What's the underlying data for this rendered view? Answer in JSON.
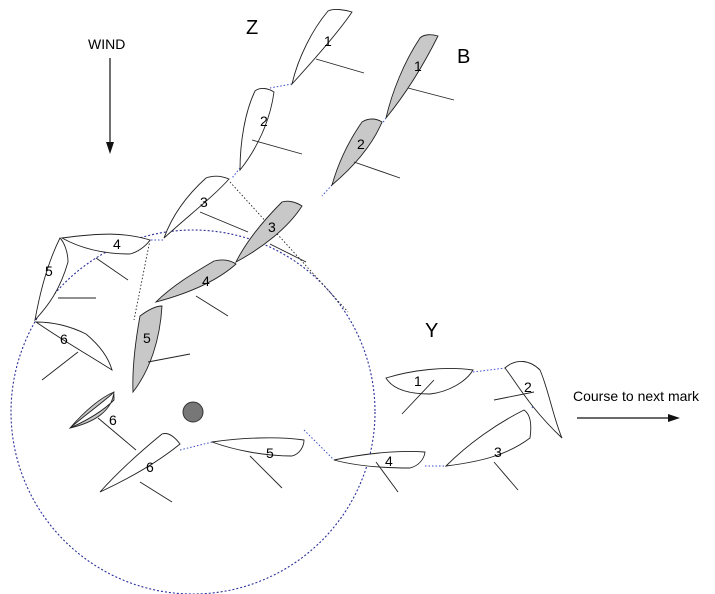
{
  "labels": {
    "wind": "WIND",
    "course": "Course to next mark",
    "fleet_z": "Z",
    "fleet_b": "B",
    "fleet_y": "Y"
  },
  "colors": {
    "hull_white": "#ffffff",
    "hull_grey": "#c8c8c8",
    "outline": "#222222",
    "wake": "#3b4bd0",
    "zone_circle": "#2a2f9a",
    "mark": "#777777"
  },
  "boats": {
    "z": [
      "1",
      "2",
      "3",
      "4",
      "5",
      "6"
    ],
    "b": [
      "1",
      "2",
      "3",
      "4",
      "5",
      "6"
    ],
    "y": [
      "1",
      "2",
      "3",
      "4",
      "5",
      "6"
    ]
  }
}
